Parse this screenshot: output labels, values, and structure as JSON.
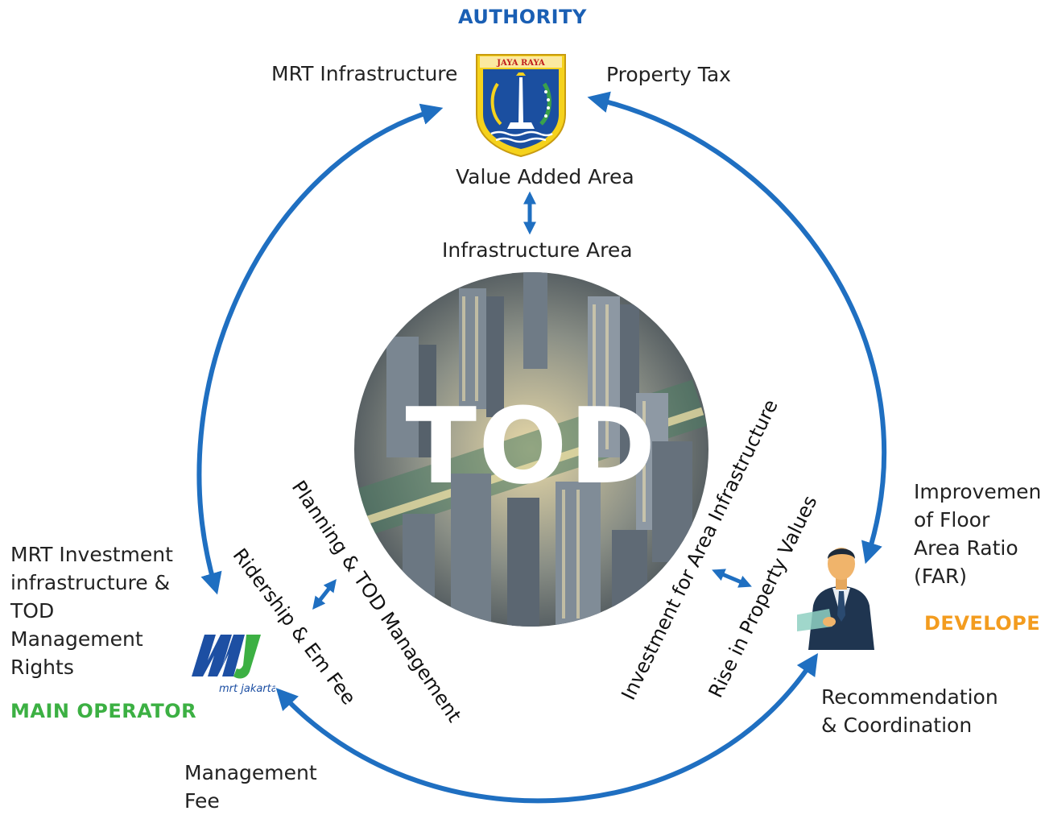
{
  "roles": {
    "authority": "AUTHORITY",
    "developer": "DEVELOPER",
    "main_operator": "MAIN OPERATOR"
  },
  "labels": {
    "mrt_infrastructure": "MRT Infrastructure",
    "property_tax": "Property Tax",
    "value_added_area": "Value Added Area",
    "infrastructure_area": "Infrastructure Area",
    "improvement_far": "Improvement of Floor Area Ratio (FAR)",
    "mrt_investment": "MRT Investment infrastructure & TOD Management Rights",
    "recommendation": "Recommendation & Coordination",
    "management_fee": "Management Fee",
    "planning_tod": "Planning & TOD Management",
    "ridership_fee": "Ridership & Em Fee",
    "investment_area": "Investment for Area Infrastructure",
    "rise_property": "Rise in Property Values"
  },
  "center": {
    "text": "TOD"
  },
  "logos": {
    "jaya_raya": "JAYA RAYA",
    "mrt_jakarta": "mrt jakarta"
  },
  "colors": {
    "arrow": "#1f6fc1",
    "authority": "#1a5fb4",
    "developer": "#f39c1f",
    "main_operator": "#3cb043",
    "mrt_blue": "#1d4fa3",
    "mrt_green": "#3cb043"
  },
  "icons": [
    "jakarta-emblem-icon",
    "mrt-jakarta-logo-icon",
    "businessman-icon"
  ]
}
